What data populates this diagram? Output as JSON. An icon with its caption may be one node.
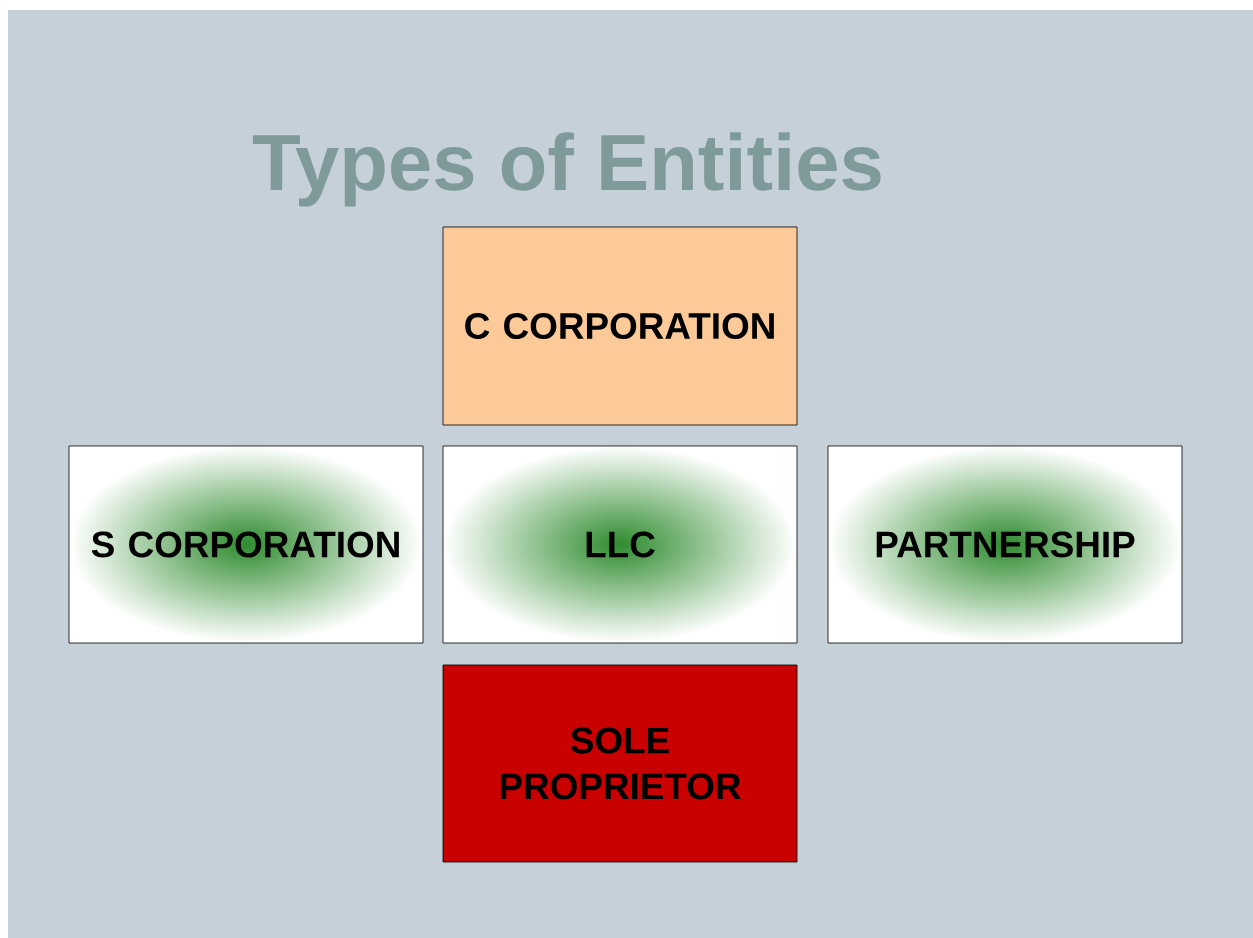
{
  "diagram": {
    "title": "Types of Entities",
    "nodes": [
      {
        "text": [
          "C CORPORATION"
        ]
      },
      {
        "text": [
          "S CORPORATION"
        ]
      },
      {
        "text": [
          "LLC"
        ]
      },
      {
        "text": [
          "PARTNERSHIP"
        ]
      },
      {
        "text": [
          "SOLE PROPRIETOR"
        ]
      }
    ]
  }
}
